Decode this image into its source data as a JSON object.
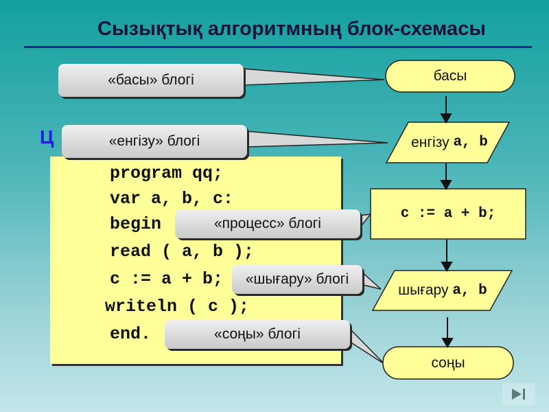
{
  "title": "Сызықтық алгоритмның блок-схемасы",
  "heading_letter": "Ц",
  "code_lines": [
    "program qq;",
    "var a, b, c:",
    "begin",
    "read ( a, b );",
    "c := a + b;",
    "writeln ( c );",
    "end."
  ],
  "callouts": [
    "«басы» блогі",
    "«енгізу» блогі",
    "«процесс» блогі",
    "«шығару» блогі",
    "«соңы» блогі"
  ],
  "flowchart": {
    "start": "басы",
    "input_word": "енгізу",
    "input_vars": "a, b",
    "process": "c := a + b;",
    "output_word": "шығару",
    "output_vars": "a, b",
    "end": "соңы"
  },
  "nav": {
    "icon": "play-to-end-icon",
    "symbol": "▶|"
  },
  "colors": {
    "block_fill": "#ffff99",
    "rule": "#1a2a8a",
    "title": "#14143a"
  }
}
